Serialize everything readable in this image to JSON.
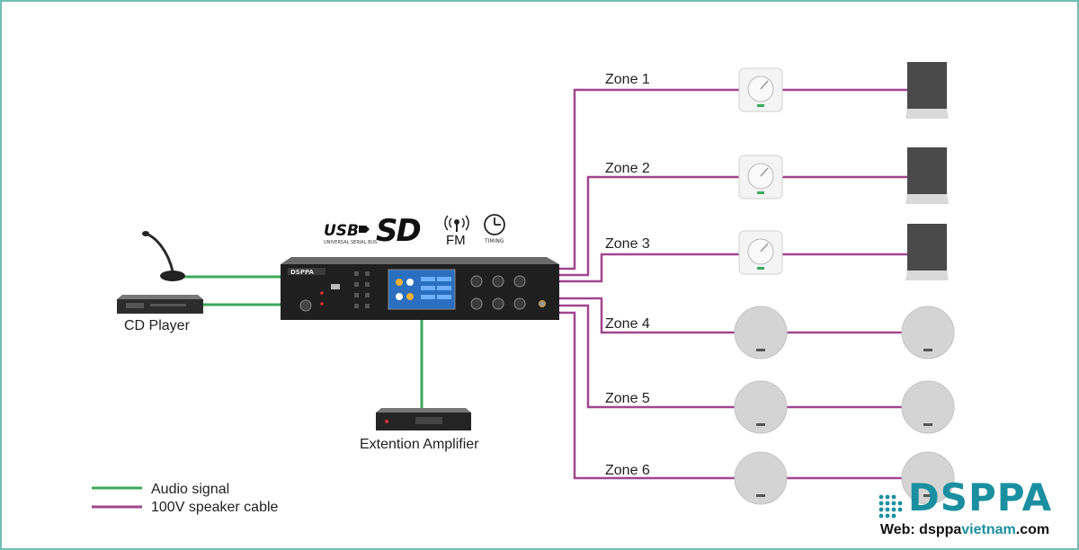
{
  "zones": [
    "Zone 1",
    "Zone 2",
    "Zone 3",
    "Zone 4",
    "Zone 5",
    "Zone 6"
  ],
  "devices": {
    "cd_player": "CD Player",
    "extension_amplifier": "Extention Amplifier",
    "mixer_brand": "DSPPA"
  },
  "feature_icons": {
    "usb": "USB",
    "usb_sub": "UNIVERSAL SERIAL BUS",
    "sd": "SD",
    "fm": "FM",
    "timing": "TIMING"
  },
  "legend": {
    "audio": "Audio signal",
    "speaker": "100V speaker cable"
  },
  "colors": {
    "audio_signal": "#3aaa5c",
    "speaker_cable": "#a0468e",
    "frame": "#6fbfb3",
    "brand": "#1a8fa0"
  },
  "logo": {
    "brand": "DSPPA",
    "web_prefix": "Web: dsppa",
    "web_highlight": "vietnam",
    "web_suffix": ".com"
  }
}
